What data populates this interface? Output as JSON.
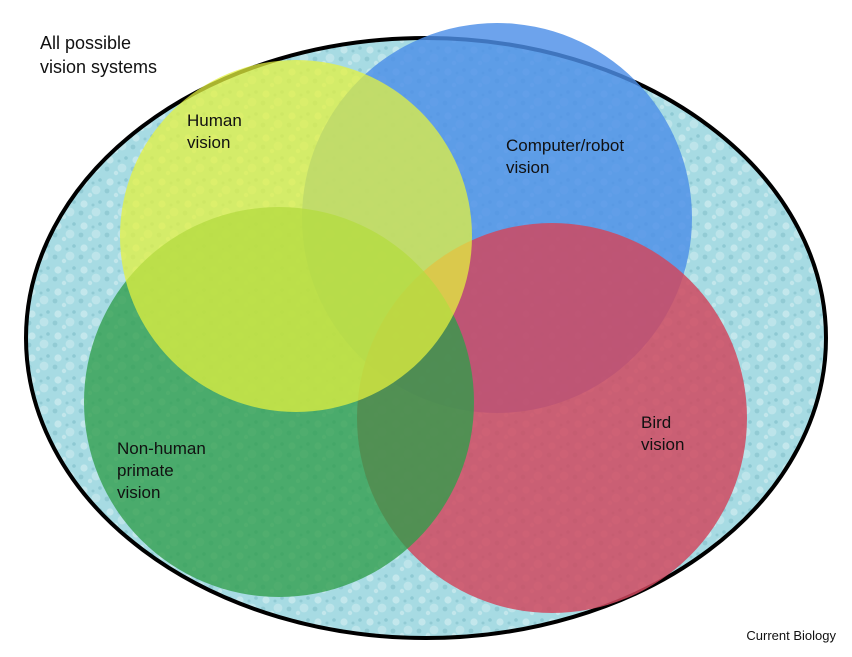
{
  "outer_label": "All possible\nvision systems",
  "sets": [
    {
      "id": "human",
      "label": "Human\nvision",
      "color": "#e4f23e"
    },
    {
      "id": "computer",
      "label": "Computer/robot\nvision",
      "color": "#4d8fe8"
    },
    {
      "id": "primate",
      "label": "Non-human\nprimate\nvision",
      "color": "#2f9e4a"
    },
    {
      "id": "bird",
      "label": "Bird\nvision",
      "color": "#d0485e"
    }
  ],
  "background_color": "#a7dbe3",
  "credit": "Current Biology"
}
